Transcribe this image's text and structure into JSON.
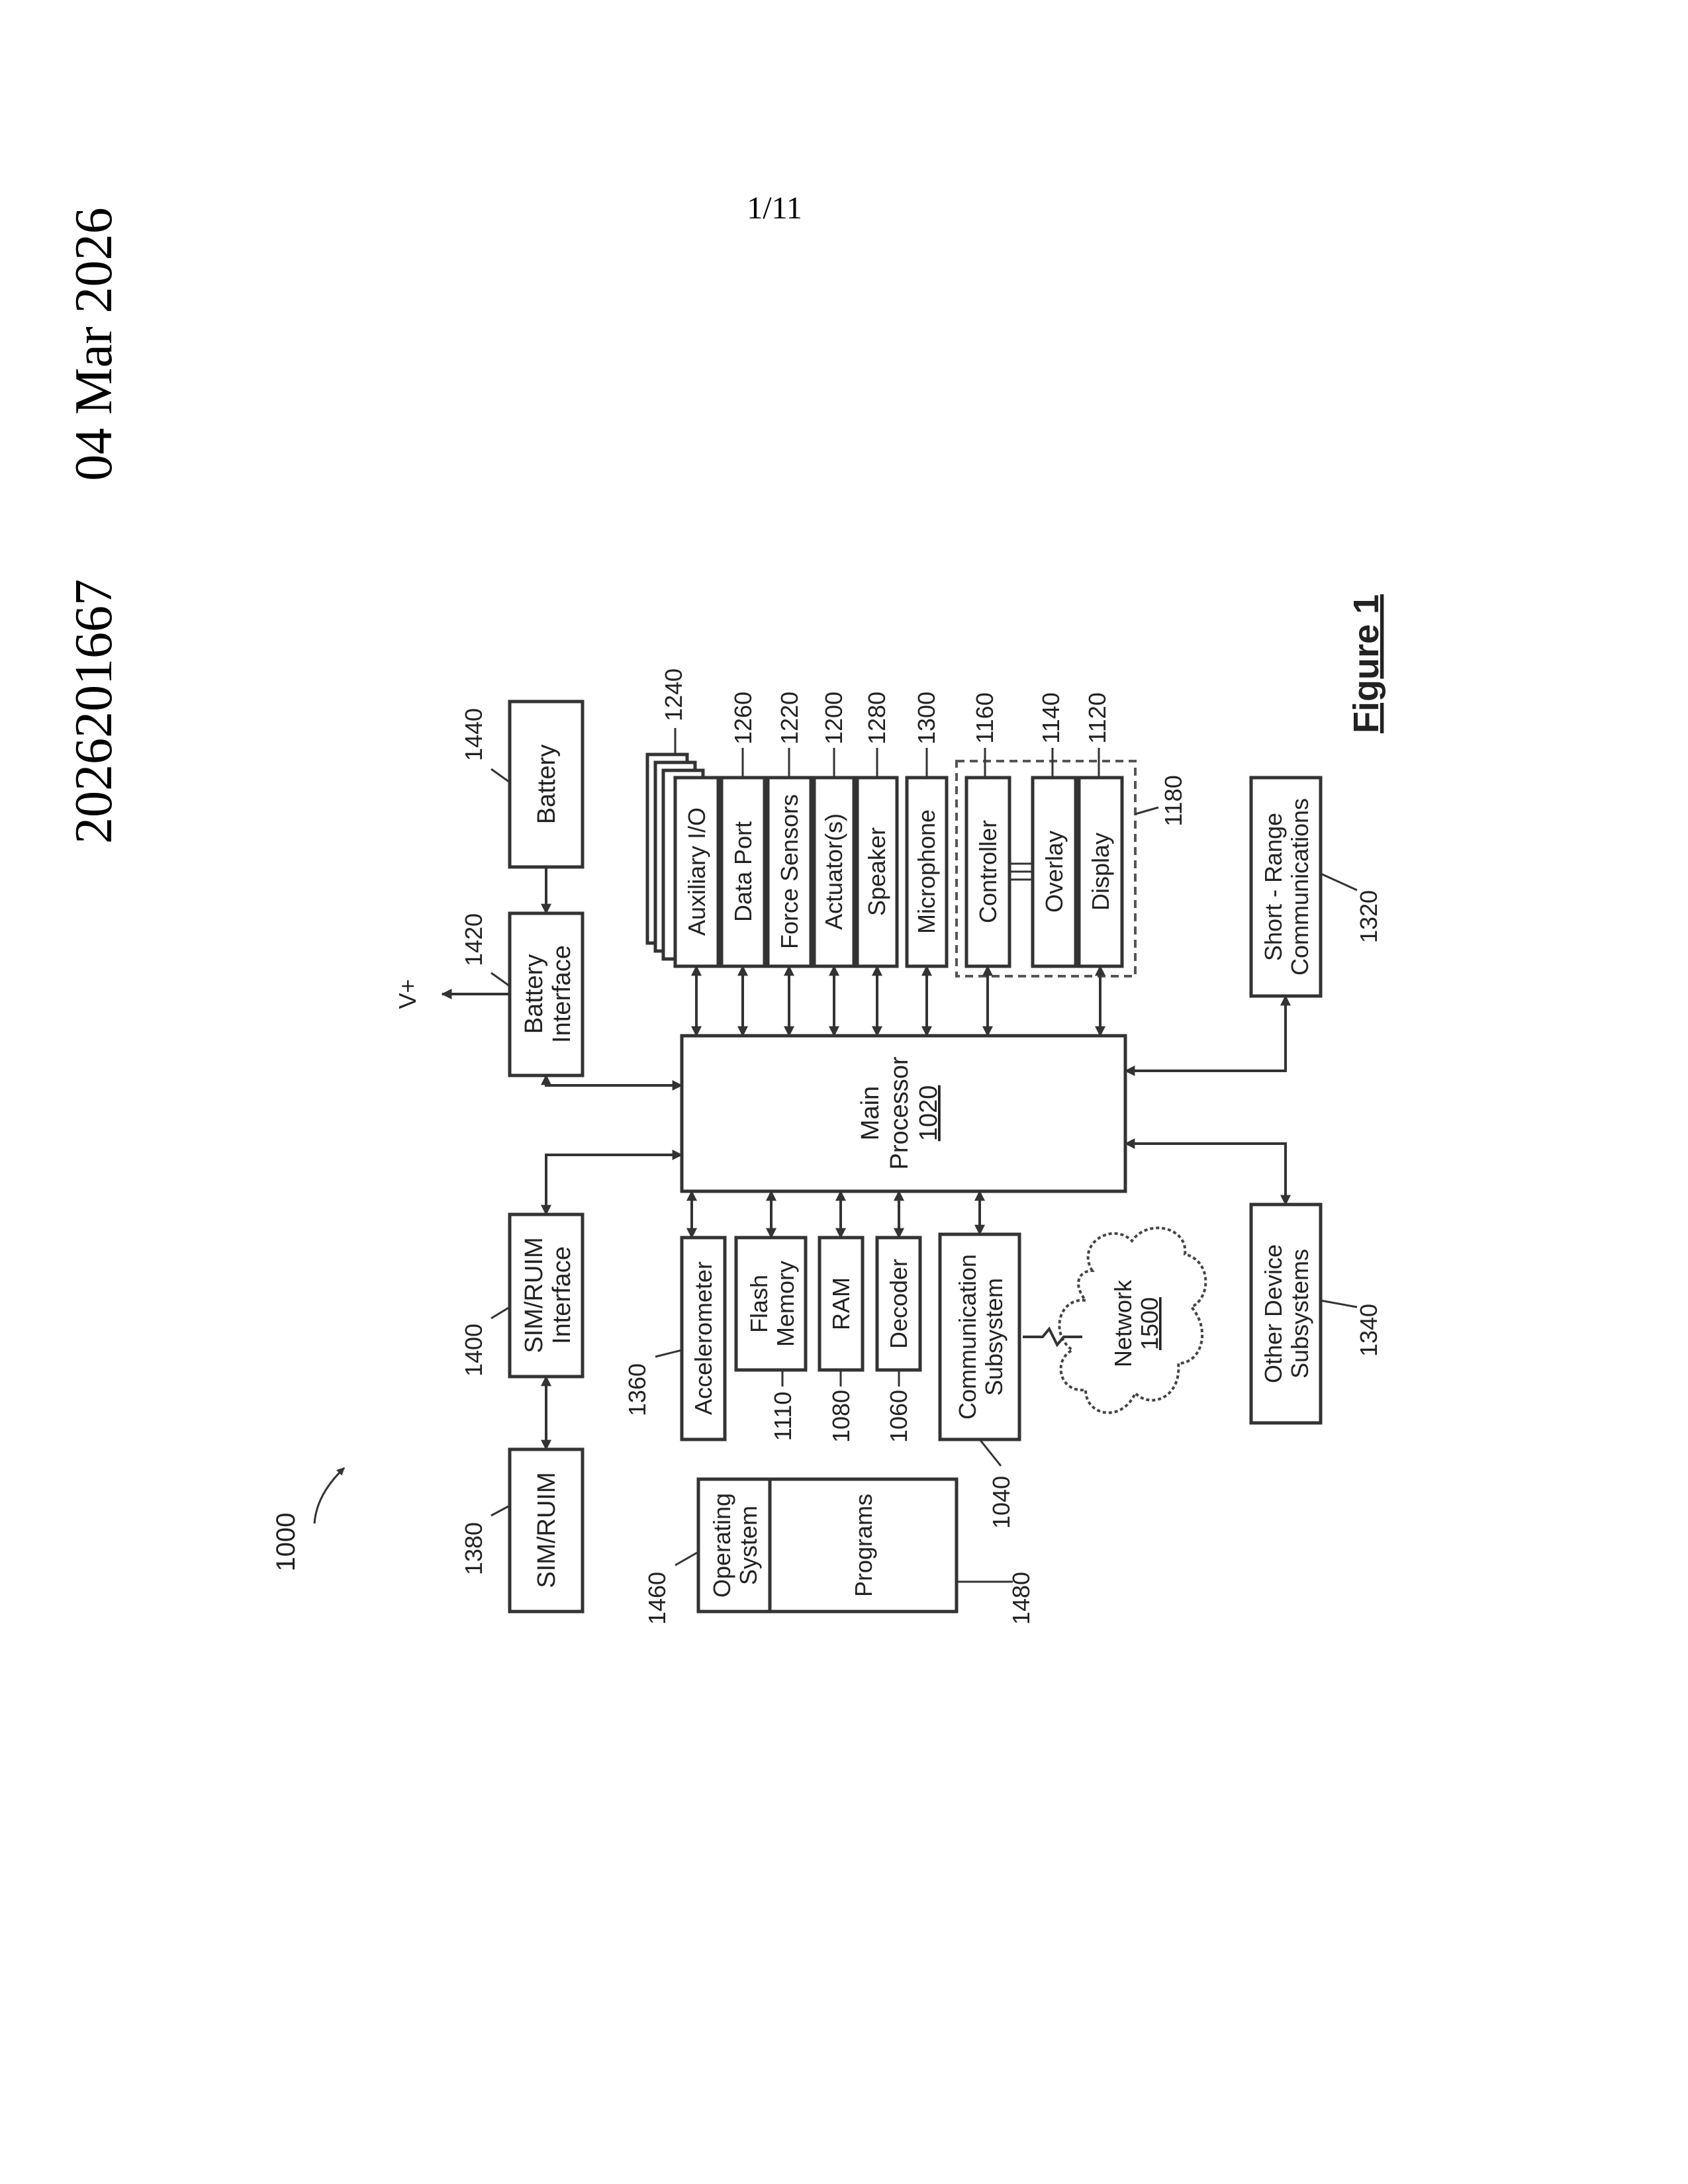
{
  "header": {
    "publication_number": "2026201667",
    "publication_date": "04 Mar 2026",
    "sheet": "1/11"
  },
  "figure": {
    "title": "Figure 1",
    "device_ref": "1000",
    "blocks": {
      "main_processor": {
        "line1": "Main",
        "line2": "Processor",
        "ref": "1020"
      },
      "battery": {
        "label": "Battery",
        "ref": "1440"
      },
      "battery_interface": {
        "line1": "Battery",
        "line2": "Interface",
        "ref": "1420"
      },
      "vplus": "V+",
      "sim_interface": {
        "line1": "SIM/RUIM",
        "line2": "Interface",
        "ref": "1400"
      },
      "sim": {
        "label": "SIM/RUIM",
        "ref": "1380"
      },
      "auxiliary_io": {
        "label": "Auxiliary I/O",
        "ref": "1240"
      },
      "data_port": {
        "label": "Data Port",
        "ref": "1260"
      },
      "force_sensors": {
        "label": "Force Sensors",
        "ref": "1220"
      },
      "actuators": {
        "label": "Actuator(s)",
        "ref": "1200"
      },
      "speaker": {
        "label": "Speaker",
        "ref": "1280"
      },
      "microphone": {
        "label": "Microphone",
        "ref": "1300"
      },
      "controller": {
        "label": "Controller",
        "ref": "1160"
      },
      "overlay": {
        "label": "Overlay",
        "ref": "1140"
      },
      "display": {
        "label": "Display",
        "ref": "1120"
      },
      "touchscreen_group_ref": "1180",
      "accelerometer": {
        "label": "Accelerometer",
        "ref": "1360"
      },
      "flash_memory": {
        "line1": "Flash",
        "line2": "Memory",
        "ref": "1110"
      },
      "ram": {
        "label": "RAM",
        "ref": "1080"
      },
      "decoder": {
        "label": "Decoder",
        "ref": "1060"
      },
      "communication_subsystem": {
        "line1": "Communication",
        "line2": "Subsystem",
        "ref": "1040"
      },
      "network": {
        "line1": "Network",
        "line2": "1500"
      },
      "operating_system": {
        "line1": "Operating",
        "line2": "System",
        "ref": "1460"
      },
      "programs": {
        "label": "Programs",
        "ref": "1480"
      },
      "short_range": {
        "line1": "Short - Range",
        "line2": "Communications",
        "ref": "1320"
      },
      "other_devices": {
        "line1": "Other Device",
        "line2": "Subsystems",
        "ref": "1340"
      }
    }
  }
}
